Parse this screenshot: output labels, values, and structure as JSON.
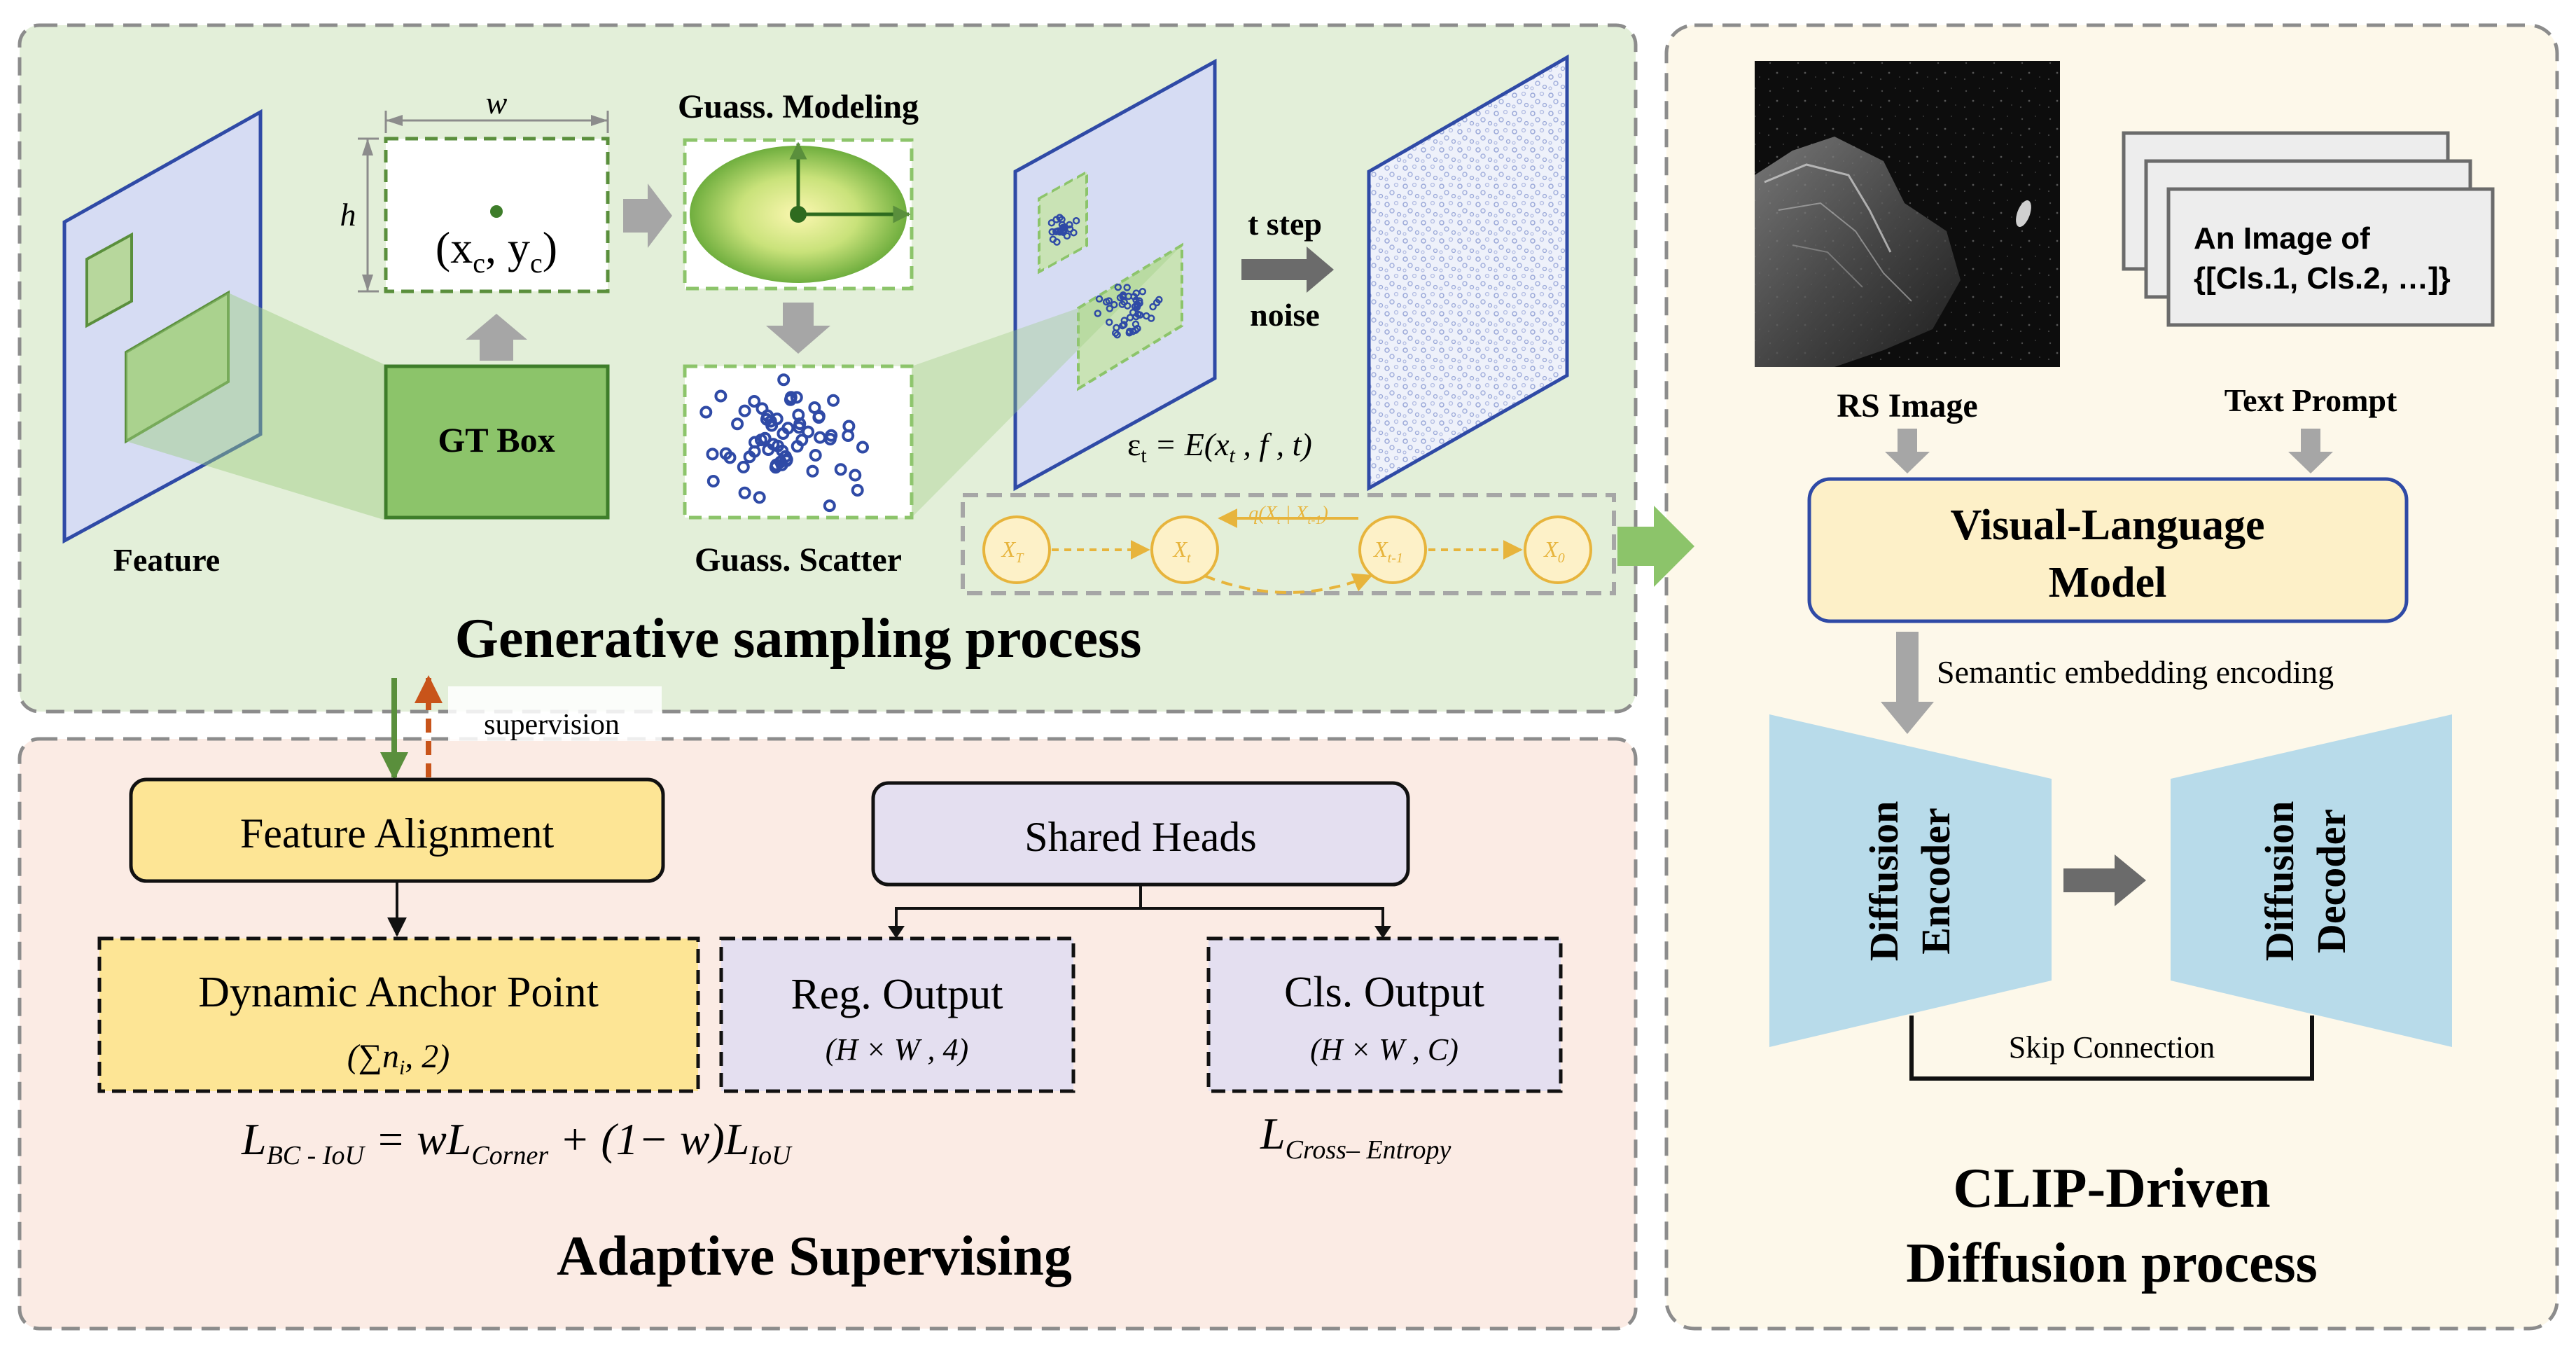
{
  "colors": {
    "panel_generative": "#e3efd9",
    "panel_supervising": "#fbebe4",
    "panel_clip": "#fdf8ea",
    "panel_border": "#8c8c8c",
    "green_dark": "#5a8f3c",
    "green_fill": "#8cc46a",
    "feature_plane": "#d6dcf3",
    "feature_border": "#2f4aa6",
    "orange_dark": "#c8541a",
    "yellow_box": "#fde595",
    "lavender_box": "#e4dff0",
    "vlm_fill": "#fdf0c8",
    "vlm_border": "#2f4aa6",
    "diffusion_blue": "#b8dbea",
    "gold": "#e7b43c",
    "gray_arrow": "#a6a6a6",
    "dot_blue": "#2f4aa6"
  },
  "generative": {
    "title": "Generative sampling process",
    "feature_label": "Feature",
    "gt_box_label": "GT Box",
    "w_label": "w",
    "h_label": "h",
    "center_label": "(x",
    "center_sub_x": "c",
    "center_sep": ", y",
    "center_sub_y": "c",
    "center_close": ")",
    "gauss_modeling_label": "Guass. Modeling",
    "gauss_scatter_label": "Guass. Scatter",
    "t_step_label": "t step",
    "noise_label": "noise",
    "formula_eps": "ε",
    "formula_eps_sub": "t",
    "formula_rhs": " = E(x",
    "formula_rhs_sub": "t",
    "formula_rhs_end": " , f , t)",
    "chain": {
      "nodes": [
        "X",
        "X",
        "X",
        "X"
      ],
      "node_subs": [
        "T",
        "t",
        "t-1",
        "0"
      ],
      "transition_label": "q(X",
      "transition_sub1": "t",
      "transition_mid": " | X",
      "transition_sub2": "t-1",
      "transition_end": ")"
    }
  },
  "supervising": {
    "title": "Adaptive Supervising",
    "supervision_label": "supervision",
    "feature_alignment": "Feature Alignment",
    "shared_heads": "Shared Heads",
    "dynamic_anchor": "Dynamic Anchor Point",
    "dynamic_anchor_dims": "(∑n",
    "dynamic_anchor_dims_sub": "i",
    "dynamic_anchor_dims_end": ", 2)",
    "reg_output": "Reg. Output",
    "reg_output_dims": "(H × W , 4)",
    "cls_output": "Cls. Output",
    "cls_output_dims": "(H × W , C)",
    "loss_bc": "L",
    "loss_bc_sub": "BC - IoU",
    "loss_bc_mid": " = wL",
    "loss_bc_sub2": "Corner",
    "loss_bc_mid2": " + (1− w)L",
    "loss_bc_sub3": "IoU",
    "loss_ce": "L",
    "loss_ce_sub": "Cross– Entropy"
  },
  "clip": {
    "title_line1": "CLIP-Driven",
    "title_line2": "Diffusion process",
    "rs_image_label": "RS Image",
    "text_prompt_label": "Text Prompt",
    "prompt_line1": "An Image of",
    "prompt_line2": "{[Cls.1, Cls.2, …]}",
    "vlm_line1": "Visual-Language",
    "vlm_line2": "Model",
    "semantic_label": "Semantic embedding encoding",
    "encoder_line1": "Diffusion",
    "encoder_line2": "Encoder",
    "decoder_line1": "Diffusion",
    "decoder_line2": "Decoder",
    "skip_label": "Skip Connection"
  }
}
